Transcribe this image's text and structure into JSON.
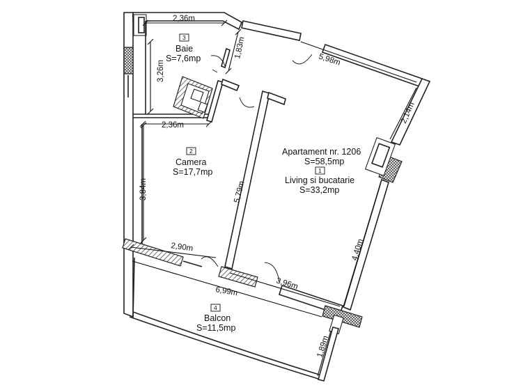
{
  "rooms": [
    {
      "number": "3",
      "name": "Baie",
      "area": "S=7,6mp"
    },
    {
      "number": "2",
      "name": "Camera",
      "area": "S=17,7mp"
    },
    {
      "number": "1",
      "name": "Living si bucatarie",
      "area": "S=33,2mp"
    },
    {
      "number": "4",
      "name": "Balcon",
      "area": "S=11,5mp"
    }
  ],
  "apartment": {
    "title": "Apartament nr. 1206",
    "area": "S=58,5mp"
  },
  "dimensions": {
    "baie_width": "2,36m",
    "baie_height": "3,26m",
    "baie_partition": "1,83m",
    "camera_width": "2,36m",
    "camera_height": "3,84m",
    "partition_length": "5,79m",
    "living_top": "5,98m",
    "living_right_top": "2,14m",
    "living_right": "4,40m",
    "camera_bottom": "2,90m",
    "living_bottom": "3,96m",
    "balcon_width": "6,99m",
    "balcon_depth": "1,89m"
  }
}
